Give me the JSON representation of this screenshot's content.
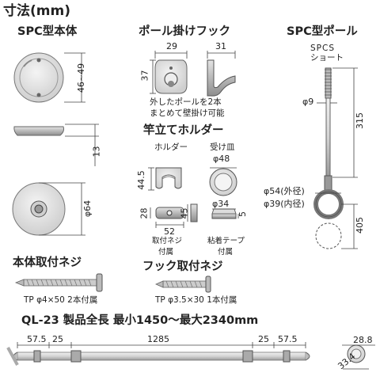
{
  "title": "寸法(mm)",
  "spc_body": {
    "title": "SPC型本体",
    "dim_height_top": "46~49",
    "dim_thickness": "13",
    "dim_diameter": "φ64"
  },
  "pole_hook": {
    "title": "ポール掛けフック",
    "dim_width_front": "29",
    "dim_width_side": "31",
    "dim_height": "37",
    "note_line1": "外したポールを2本",
    "note_line2": "まとめて壁掛け可能"
  },
  "rod_holder": {
    "title": "竿立てホルダー",
    "holder_label": "ホルダー",
    "dish_label": "受け皿",
    "dim_holder_height": "44.5",
    "dim_dish_diameter": "φ48",
    "dim_dish_inner": "φ34",
    "dim_base_height": "28",
    "dim_base_width": "52",
    "dim_side_height": "45",
    "dim_tape_thickness": "5",
    "screw_note_line1": "取付ネジ",
    "screw_note_line2": "付属",
    "tape_note_line1": "粘着テープ",
    "tape_note_line2": "付属"
  },
  "spc_pole": {
    "title": "SPC型ポール",
    "model_line1": "SPCS",
    "model_line2": "ショート",
    "dim_shaft": "φ9",
    "dim_length": "315",
    "dim_ring_outer": "φ54(外径)",
    "dim_ring_inner": "φ39(内径)",
    "dim_ring_height": "405"
  },
  "body_screw": {
    "title": "本体取付ネジ",
    "spec": "TP φ4×50 2本付属"
  },
  "hook_screw": {
    "title": "フック取付ネジ",
    "spec": "TP φ3.5×30 1本付属"
  },
  "ql23": {
    "title": "QL-23 製品全長 最小1450～最大2340mm",
    "dim_end_left": "57.5",
    "dim_inner_left": "25",
    "dim_center": "1285",
    "dim_inner_right": "25",
    "dim_end_right": "57.5",
    "dim_profile_a": "28.8",
    "dim_profile_b": "33.4"
  }
}
